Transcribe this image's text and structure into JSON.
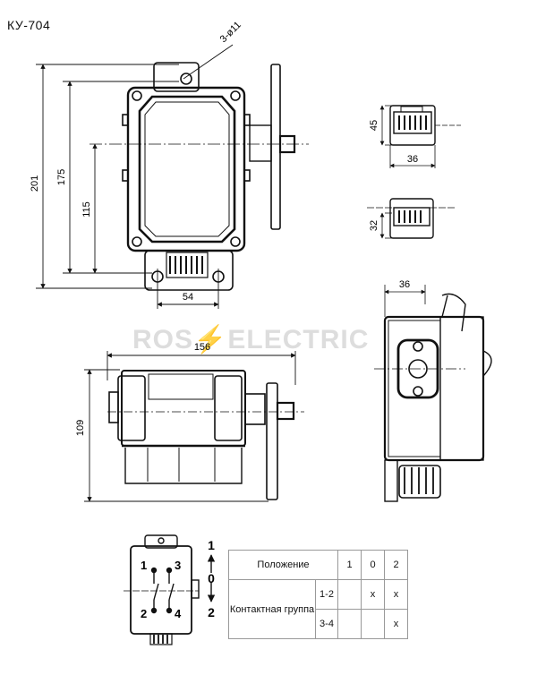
{
  "title": "КУ-704",
  "watermark": {
    "left": "ROS",
    "right": "ELECTRIC"
  },
  "dimensions": {
    "holes": "3-ø11",
    "overall_height": "201",
    "height_175": "175",
    "height_115": "115",
    "width_54": "54",
    "width_156": "156",
    "height_109": "109",
    "gland_top_h": "45",
    "gland_top_w": "36",
    "gland_side_h": "32",
    "side_36": "36"
  },
  "wiring": {
    "terminals": [
      "1",
      "2",
      "3",
      "4"
    ],
    "arrow_labels": {
      "top": "1",
      "middle": "0",
      "bottom": "2"
    }
  },
  "table": {
    "header_label": "Положение",
    "positions": [
      "1",
      "0",
      "2"
    ],
    "group_label": "Контактная группа",
    "rows": [
      {
        "contacts": "1-2",
        "marks": [
          "",
          "x",
          "x"
        ]
      },
      {
        "contacts": "3-4",
        "marks": [
          "",
          "",
          "x"
        ]
      }
    ]
  }
}
